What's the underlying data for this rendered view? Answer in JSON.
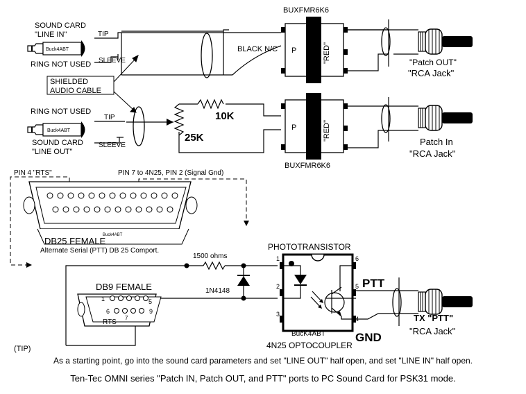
{
  "labels": {
    "top_transformer": "BUXFMR6K6",
    "bottom_transformer": "BUXFMR6K6",
    "sound_card_line_in": [
      "SOUND CARD",
      "\"LINE IN\""
    ],
    "sound_card_line_out": [
      "SOUND CARD",
      "\"LINE OUT\""
    ],
    "ring_not_used": "RING NOT USED",
    "tip": "TIP",
    "sleeve": "SLEEVE",
    "plug_brand": "Buck4ABT",
    "black_nc": "BLACK N/C",
    "primary": "P",
    "red": "\"RED\"",
    "shielded_cable": [
      "SHIELDED",
      "AUDIO CABLE"
    ],
    "patch_out": [
      "\"Patch OUT\"",
      "\"RCA Jack\""
    ],
    "patch_in": [
      "Patch In",
      "\"RCA Jack\""
    ],
    "res_10k": "10K",
    "pot_25k": "25K",
    "pin4_rts": "PIN 4  \"RTS\"",
    "pin7": "PIN 7  to 4N25, PIN 2 (Signal Gnd)",
    "db25_female": "DB25 FEMALE",
    "db25_brand": "Buck4ABT",
    "db25_note": "Alternate Serial (PTT) DB 25 Comport.",
    "phototransistor": "PHOTOTRANSISTOR",
    "res_1500": "1500 ohms",
    "diode": "1N4148",
    "db9_female": "DB9 FEMALE",
    "db9_pin1": "1",
    "db9_pin5": "5",
    "db9_pin6": "6",
    "db9_pin9": "9",
    "rts": "RTS",
    "pin7_db9": "7",
    "opto_pins": [
      "1",
      "2",
      "3",
      "4",
      "5",
      "6"
    ],
    "opto_brand": "BucK4ABT",
    "opto_name": "4N25  OPTOCOUPLER",
    "ptt": "PTT",
    "gnd": "GND",
    "tx_ptt": "TX \"PTT\"",
    "rca_jack": "\"RCA Jack\""
  },
  "notes": {
    "tip_heading": "(TIP)",
    "tip_text": "As a starting point, go into the sound card parameters and set \"LINE OUT\" half open, and set \"LINE IN\" half open.",
    "caption": "Ten-Tec OMNI series \"Patch IN, Patch OUT, and PTT\" ports to PC Sound Card for PSK31 mode."
  }
}
